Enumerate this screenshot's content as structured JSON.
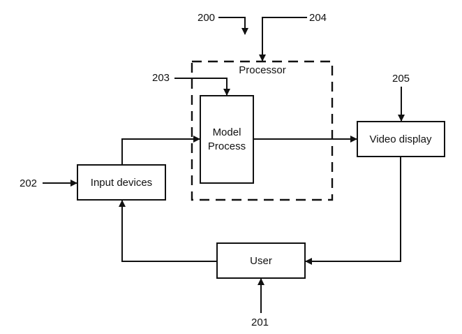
{
  "diagram": {
    "type": "block-diagram",
    "reference_labels": {
      "figure": "200",
      "user": "201",
      "input_devices": "202",
      "model_process": "203",
      "processor": "204",
      "video_display": "205"
    },
    "blocks": {
      "processor": "Processor",
      "model_process_line1": "Model",
      "model_process_line2": "Process",
      "video_display": "Video display",
      "input_devices": "Input devices",
      "user": "User"
    },
    "connections": [
      {
        "from": "Input devices",
        "to": "Model Process"
      },
      {
        "from": "Model Process",
        "to": "Video display"
      },
      {
        "from": "Video display",
        "to": "User"
      },
      {
        "from": "User",
        "to": "Input devices"
      }
    ]
  }
}
